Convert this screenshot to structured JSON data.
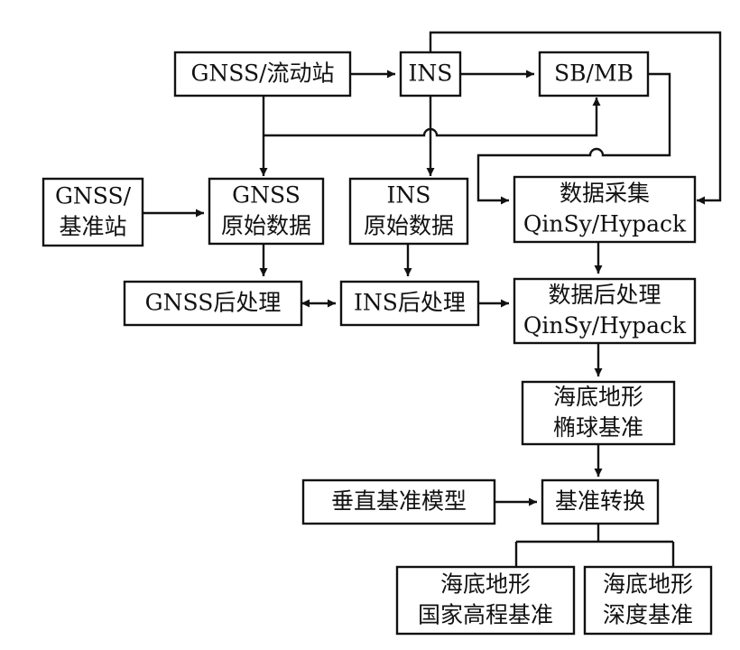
{
  "colors": {
    "stroke": "#111111",
    "background": "#ffffff"
  },
  "nodes": {
    "gnss_rover": {
      "lines": [
        "GNSS/流动站"
      ]
    },
    "ins": {
      "lines": [
        "INS"
      ]
    },
    "sb_mb": {
      "lines": [
        "SB/MB"
      ]
    },
    "gnss_base": {
      "lines": [
        "GNSS/",
        "基准站"
      ]
    },
    "gnss_raw": {
      "lines": [
        "GNSS",
        "原始数据"
      ]
    },
    "ins_raw": {
      "lines": [
        "INS",
        "原始数据"
      ]
    },
    "data_acq": {
      "lines": [
        "数据采集",
        "QinSy/Hypack"
      ]
    },
    "gnss_post": {
      "lines": [
        "GNSS后处理"
      ]
    },
    "ins_post": {
      "lines": [
        "INS后处理"
      ]
    },
    "data_post": {
      "lines": [
        "数据后处理",
        "QinSy/Hypack"
      ]
    },
    "seabed_ellip": {
      "lines": [
        "海底地形",
        "椭球基准"
      ]
    },
    "vertical_model": {
      "lines": [
        "垂直基准模型"
      ]
    },
    "datum_transform": {
      "lines": [
        "基准转换"
      ]
    },
    "seabed_national": {
      "lines": [
        "海底地形",
        "国家高程基准"
      ]
    },
    "seabed_depth": {
      "lines": [
        "海底地形",
        "深度基准"
      ]
    }
  }
}
